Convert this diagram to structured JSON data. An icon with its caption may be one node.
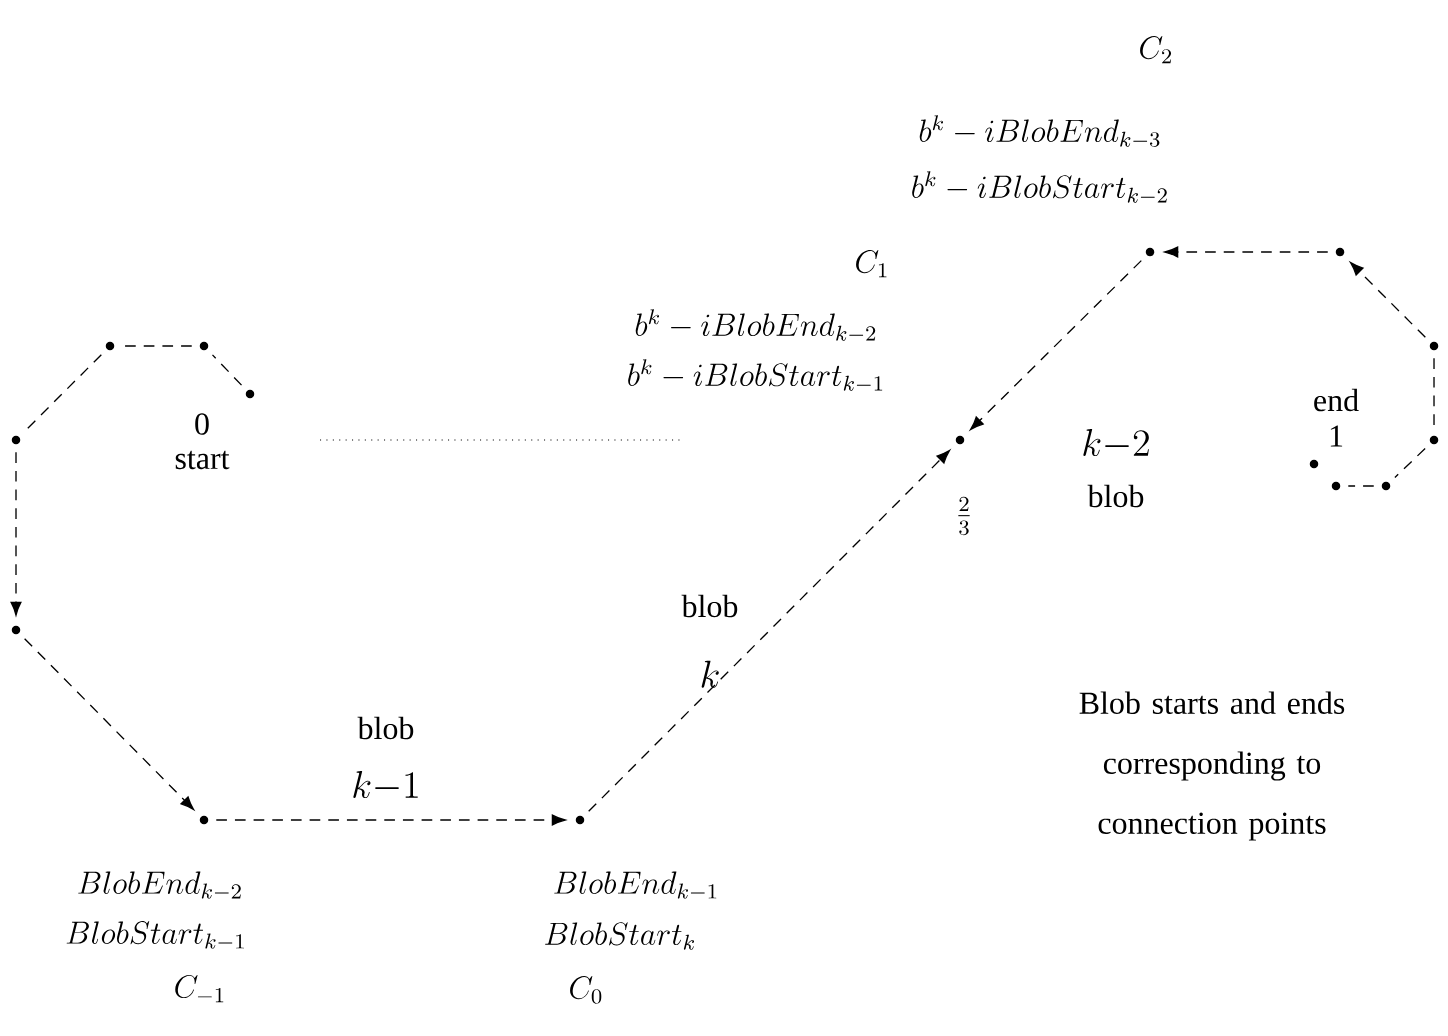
{
  "diagram": {
    "nodes": [
      {
        "text": [],
        "shape": "circle",
        "beside": [
          "0",
          "start"
        ]
      },
      {
        "text": [],
        "shape": "circle"
      },
      {
        "text": [],
        "shape": "circle"
      },
      {
        "text": [],
        "shape": "circle"
      },
      {
        "text": [],
        "shape": "circle"
      },
      {
        "text": [],
        "shape": "circle",
        "beside": [
          "BlobEnd_{k-2}",
          "BlobStart_{k-1}",
          "C_{-1}"
        ]
      },
      {
        "text": [],
        "shape": "circle",
        "beside": [
          "BlobEnd_{k-1}",
          "BlobStart_k",
          "C_0"
        ]
      },
      {
        "text": [],
        "shape": "circle",
        "beside": [
          "C_1",
          "b^k - i BlobEnd_{k-2}",
          "b^k - i BlobStart_{k-1}",
          "\\frac{2}{3}"
        ]
      },
      {
        "text": [],
        "shape": "circle",
        "beside": [
          "C_2",
          "b^k - i BlobEnd_{k-3}",
          "b^k - i BlobStart_{k-2}"
        ]
      },
      {
        "text": [],
        "shape": "circle"
      },
      {
        "text": [],
        "shape": "circle"
      },
      {
        "text": [],
        "shape": "circle"
      },
      {
        "text": [],
        "shape": "circle"
      },
      {
        "text": [],
        "shape": "circle"
      },
      {
        "text": [],
        "shape": "circle",
        "beside": [
          "end",
          "1"
        ]
      }
    ],
    "edges": [
      {
        "from": 0,
        "to": 1,
        "arrow": "none"
      },
      {
        "from": 1,
        "to": 2,
        "arrow": "none"
      },
      {
        "from": 2,
        "to": 3,
        "arrow": "none"
      },
      {
        "from": 3,
        "to": 4,
        "arrow": "to"
      },
      {
        "from": 4,
        "to": 5,
        "arrow": "to"
      },
      {
        "from": 5,
        "to": 6,
        "arrow": "to",
        "label": "blob"
      },
      {
        "from": 6,
        "to": 7,
        "arrow": "to",
        "label": "blob"
      },
      {
        "from": 8,
        "to": 7,
        "arrow": "to",
        "label": "blob"
      },
      {
        "from": 9,
        "to": 8,
        "arrow": "to"
      },
      {
        "from": 10,
        "to": 9,
        "arrow": "to"
      },
      {
        "from": 10,
        "to": 11,
        "arrow": "none"
      },
      {
        "from": 11,
        "to": 12,
        "arrow": "none"
      },
      {
        "from": 12,
        "to": 13,
        "arrow": "none"
      }
    ],
    "labels": [
      "k{-}1",
      "k",
      "k{-}2",
      "Blob starts and ends corresponding to connection points"
    ]
  }
}
